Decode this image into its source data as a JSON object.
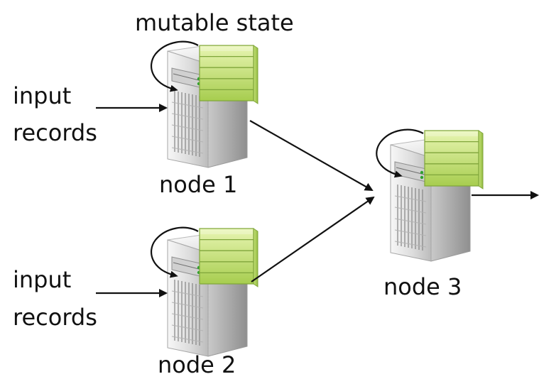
{
  "title": "mutable state",
  "nodes": [
    {
      "id": "node1",
      "label": "node 1",
      "input_label_line1": "input",
      "input_label_line2": "records"
    },
    {
      "id": "node2",
      "label": "node 2",
      "input_label_line1": "input",
      "input_label_line2": "records"
    },
    {
      "id": "node3",
      "label": "node 3"
    }
  ],
  "edges": [
    {
      "from": "input-records-1",
      "to": "node1"
    },
    {
      "from": "input-records-2",
      "to": "node2"
    },
    {
      "from": "node1",
      "to": "node3"
    },
    {
      "from": "node2",
      "to": "node3"
    },
    {
      "from": "node3",
      "to": "output"
    }
  ],
  "colors": {
    "state_fill_top": "#e4f3a6",
    "state_fill_bottom": "#a9cf51",
    "state_border": "#7ea43a",
    "server_light": "#f2f2f2",
    "server_dark": "#9b9b9b",
    "arrow": "#111111"
  }
}
